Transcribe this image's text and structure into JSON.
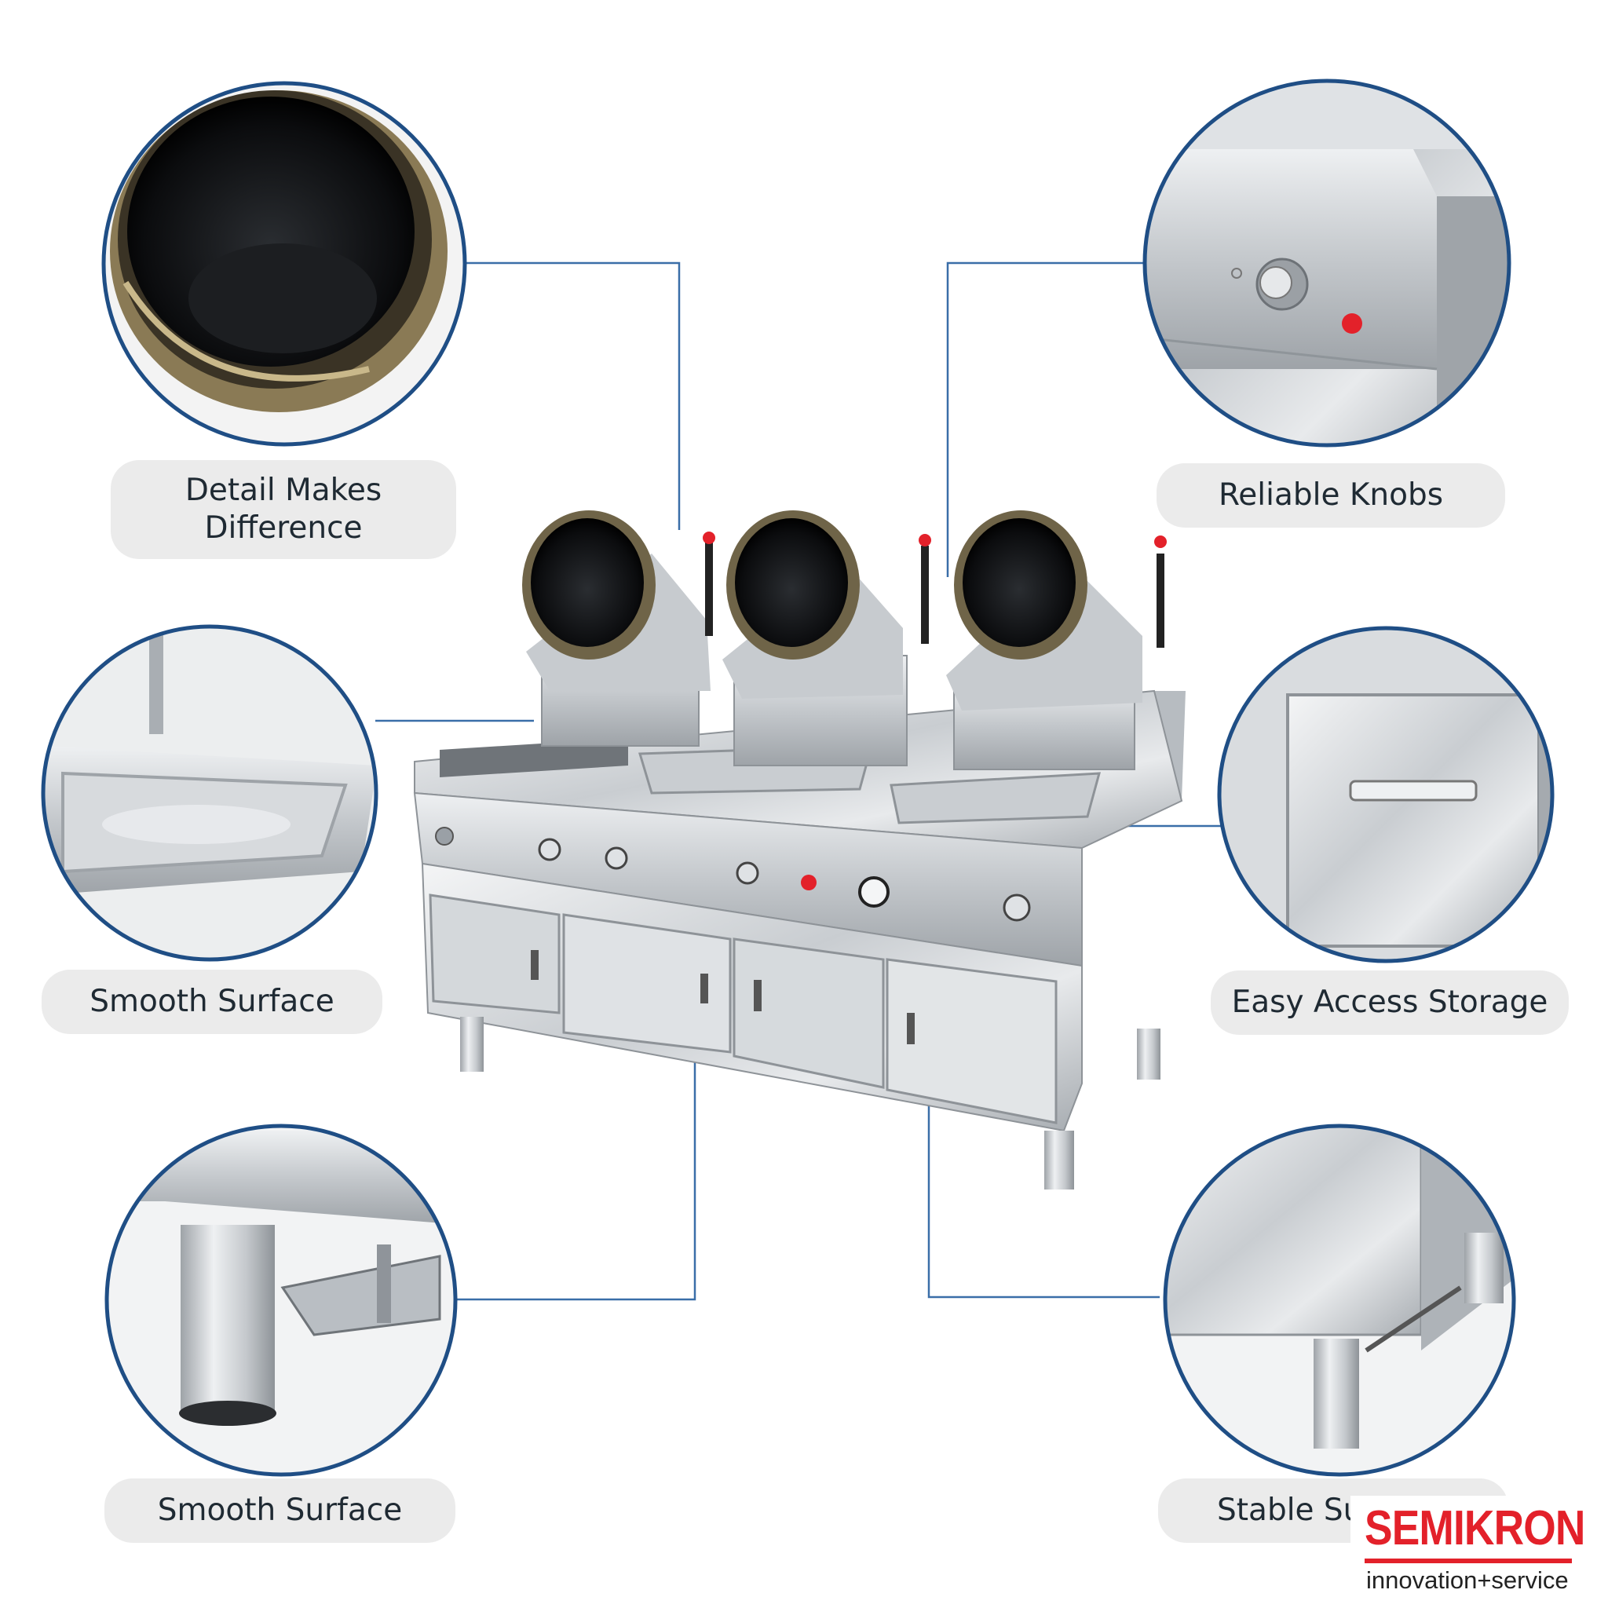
{
  "callouts": [
    {
      "label": "Detail Makes\nDifference",
      "icon": "cooking-bowl-closeup"
    },
    {
      "label": "Reliable Knobs",
      "icon": "control-knob-closeup"
    },
    {
      "label": "Smooth Surface",
      "icon": "sink-basin-closeup"
    },
    {
      "label": "Easy Access Storage",
      "icon": "cabinet-drawer-closeup"
    },
    {
      "label": "Smooth Surface",
      "icon": "adjustable-leg-closeup"
    },
    {
      "label": "Stable Su",
      "icon": "base-frame-closeup"
    }
  ],
  "product": {
    "icon": "automatic-wok-cooking-station"
  },
  "logo": {
    "brand": "SEMIKRON",
    "tagline": "innovation+service"
  },
  "colors": {
    "accent_blue": "#1f4e85",
    "connector": "#3a6ea8",
    "brand_red": "#e3212a",
    "label_bg": "#ebebeb"
  }
}
